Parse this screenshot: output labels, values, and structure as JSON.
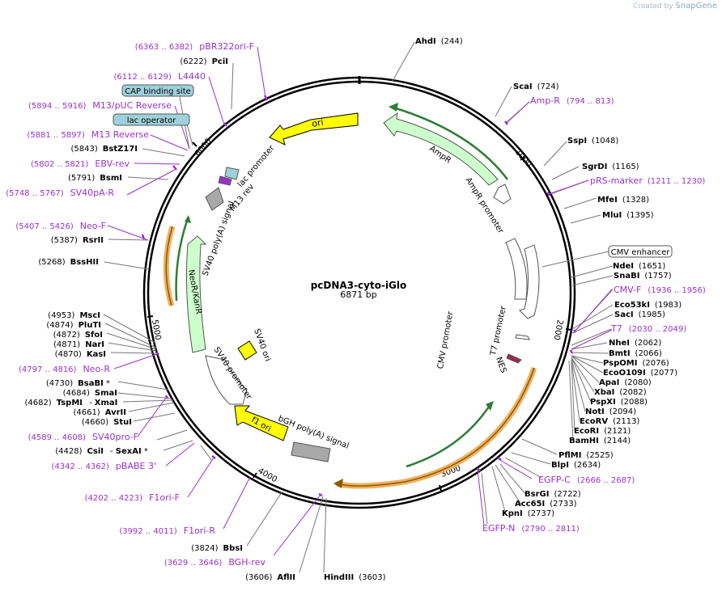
{
  "credit": {
    "prefix": "Created by",
    "brand": "SnapGene"
  },
  "plasmid": {
    "name": "pcDNA3-cyto-iGlo",
    "length": 6871,
    "length_label": "6871 bp"
  },
  "colors": {
    "feature_text": "#9932cc",
    "enzyme_text": "#000000",
    "ori": "#ffff00",
    "amp": "#ccffcc",
    "misc_box": "#9fd0dc"
  },
  "tick_labels": [
    "1000",
    "2000",
    "3000",
    "4000",
    "5000",
    "6000"
  ],
  "enzymes": [
    {
      "name": "AhdI",
      "pos": 244,
      "num": "(244)",
      "star": false
    },
    {
      "name": "ScaI",
      "pos": 724,
      "num": "(724)",
      "star": false
    },
    {
      "name": "SspI",
      "pos": 1048,
      "num": "(1048)",
      "star": false
    },
    {
      "name": "SgrDI",
      "pos": 1165,
      "num": "(1165)",
      "star": false
    },
    {
      "name": "MfeI",
      "pos": 1328,
      "num": "(1328)",
      "star": false
    },
    {
      "name": "MluI",
      "pos": 1395,
      "num": "(1395)",
      "star": false
    },
    {
      "name": "NdeI",
      "pos": 1651,
      "num": "(1651)",
      "star": false
    },
    {
      "name": "SnaBI",
      "pos": 1757,
      "num": "(1757)",
      "star": false
    },
    {
      "name": "Eco53kI",
      "pos": 1983,
      "num": "(1983)",
      "star": false
    },
    {
      "name": "SacI",
      "pos": 1985,
      "num": "(1985)",
      "star": false
    },
    {
      "name": "NheI",
      "pos": 2062,
      "num": "(2062)",
      "star": false
    },
    {
      "name": "BmtI",
      "pos": 2066,
      "num": "(2066)",
      "star": false
    },
    {
      "name": "PspOMI",
      "pos": 2076,
      "num": "(2076)",
      "star": false
    },
    {
      "name": "EcoO109I",
      "pos": 2077,
      "num": "(2077)",
      "star": false
    },
    {
      "name": "ApaI",
      "pos": 2080,
      "num": "(2080)",
      "star": false
    },
    {
      "name": "XbaI",
      "pos": 2082,
      "num": "(2082)",
      "star": false
    },
    {
      "name": "PspXI",
      "pos": 2088,
      "num": "(2088)",
      "star": false
    },
    {
      "name": "NotI",
      "pos": 2094,
      "num": "(2094)",
      "star": false
    },
    {
      "name": "EcoRV",
      "pos": 2113,
      "num": "(2113)",
      "star": false
    },
    {
      "name": "EcoRI",
      "pos": 2121,
      "num": "(2121)",
      "star": false
    },
    {
      "name": "BamHI",
      "pos": 2144,
      "num": "(2144)",
      "star": false
    },
    {
      "name": "PflMI",
      "pos": 2525,
      "num": "(2525)",
      "star": false
    },
    {
      "name": "BlpI",
      "pos": 2634,
      "num": "(2634)",
      "star": false
    },
    {
      "name": "BsrGI",
      "pos": 2722,
      "num": "(2722)",
      "star": false
    },
    {
      "name": "Acc65I",
      "pos": 2733,
      "num": "(2733)",
      "star": false
    },
    {
      "name": "KpnI",
      "pos": 2737,
      "num": "(2737)",
      "star": false
    },
    {
      "name": "HindIII",
      "pos": 3603,
      "num": "(3603)",
      "star": false
    },
    {
      "name": "AflII",
      "pos": 3606,
      "num": "(3606)",
      "star": false
    },
    {
      "name": "BbsI",
      "pos": 3824,
      "num": "(3824)",
      "star": false
    },
    {
      "name": "CsiI",
      "pos": 4428,
      "num": "(4428)",
      "star": false
    },
    {
      "name": "SexAI",
      "pos": 4428,
      "num": "",
      "star": true
    },
    {
      "name": "StuI",
      "pos": 4660,
      "num": "(4660)",
      "star": false
    },
    {
      "name": "AvrII",
      "pos": 4661,
      "num": "(4661)",
      "star": false
    },
    {
      "name": "TspMI",
      "pos": 4682,
      "num": "(4682)",
      "star": false
    },
    {
      "name": "XmaI",
      "pos": 4682,
      "num": "",
      "star": false
    },
    {
      "name": "SmaI",
      "pos": 4684,
      "num": "(4684)",
      "star": false
    },
    {
      "name": "BsaBI",
      "pos": 4730,
      "num": "(4730)",
      "star": true
    },
    {
      "name": "KasI",
      "pos": 4870,
      "num": "(4870)",
      "star": false
    },
    {
      "name": "NarI",
      "pos": 4871,
      "num": "(4871)",
      "star": false
    },
    {
      "name": "SfoI",
      "pos": 4872,
      "num": "(4872)",
      "star": false
    },
    {
      "name": "PluTI",
      "pos": 4874,
      "num": "(4874)",
      "star": false
    },
    {
      "name": "MscI",
      "pos": 4953,
      "num": "(4953)",
      "star": false
    },
    {
      "name": "BssHII",
      "pos": 5268,
      "num": "(5268)",
      "star": false
    },
    {
      "name": "RsrII",
      "pos": 5387,
      "num": "(5387)",
      "star": false
    },
    {
      "name": "BsmI",
      "pos": 5791,
      "num": "(5791)",
      "star": false
    },
    {
      "name": "BstZ17I",
      "pos": 5843,
      "num": "(5843)",
      "star": false
    },
    {
      "name": "PciI",
      "pos": 6222,
      "num": "(6222)",
      "star": false
    }
  ],
  "sites": [
    {
      "name": "Amp-R",
      "range": "(794 .. 813)"
    },
    {
      "name": "pRS-marker",
      "range": "(1211 .. 1230)"
    },
    {
      "name": "CMV-F",
      "range": "(1936 .. 1956)"
    },
    {
      "name": "T7",
      "range": "(2030 .. 2049)"
    },
    {
      "name": "EGFP-C",
      "range": "(2666 .. 2687)"
    },
    {
      "name": "EGFP-N",
      "range": "(2790 .. 2811)"
    },
    {
      "name": "BGH-rev",
      "range": "(3629 .. 3646)"
    },
    {
      "name": "F1ori-R",
      "range": "(3992 .. 4011)"
    },
    {
      "name": "F1ori-F",
      "range": "(4202 .. 4223)"
    },
    {
      "name": "pBABE 3'",
      "range": "(4342 .. 4362)"
    },
    {
      "name": "SV40pro-F",
      "range": "(4589 .. 4608)"
    },
    {
      "name": "Neo-R",
      "range": "(4797 .. 4816)"
    },
    {
      "name": "Neo-F",
      "range": "(5407 .. 5426)"
    },
    {
      "name": "SV40pA-R",
      "range": "(5748 .. 5767)"
    },
    {
      "name": "EBV-rev",
      "range": "(5802 .. 5821)"
    },
    {
      "name": "M13 Reverse",
      "range": "(5881 .. 5897)"
    },
    {
      "name": "M13/pUC Reverse",
      "range": "(5894 .. 5916)"
    },
    {
      "name": "L4440",
      "range": "(6112 .. 6129)"
    },
    {
      "name": "pBR322ori-F",
      "range": "(6363 .. 6382)"
    }
  ],
  "boxed_labels": [
    "CMV enhancer",
    "CAP binding site",
    "lac operator"
  ],
  "features": [
    "ori",
    "AmpR",
    "AmpR promoter",
    "CMV promoter",
    "T7 promoter",
    "NES",
    "bGH poly(A) signal",
    "f1 ori",
    "SV40 promoter",
    "SV40 ori",
    "NeoR/KanR",
    "SV40 poly(A) signal",
    "lac promoter",
    "M13 rev"
  ]
}
